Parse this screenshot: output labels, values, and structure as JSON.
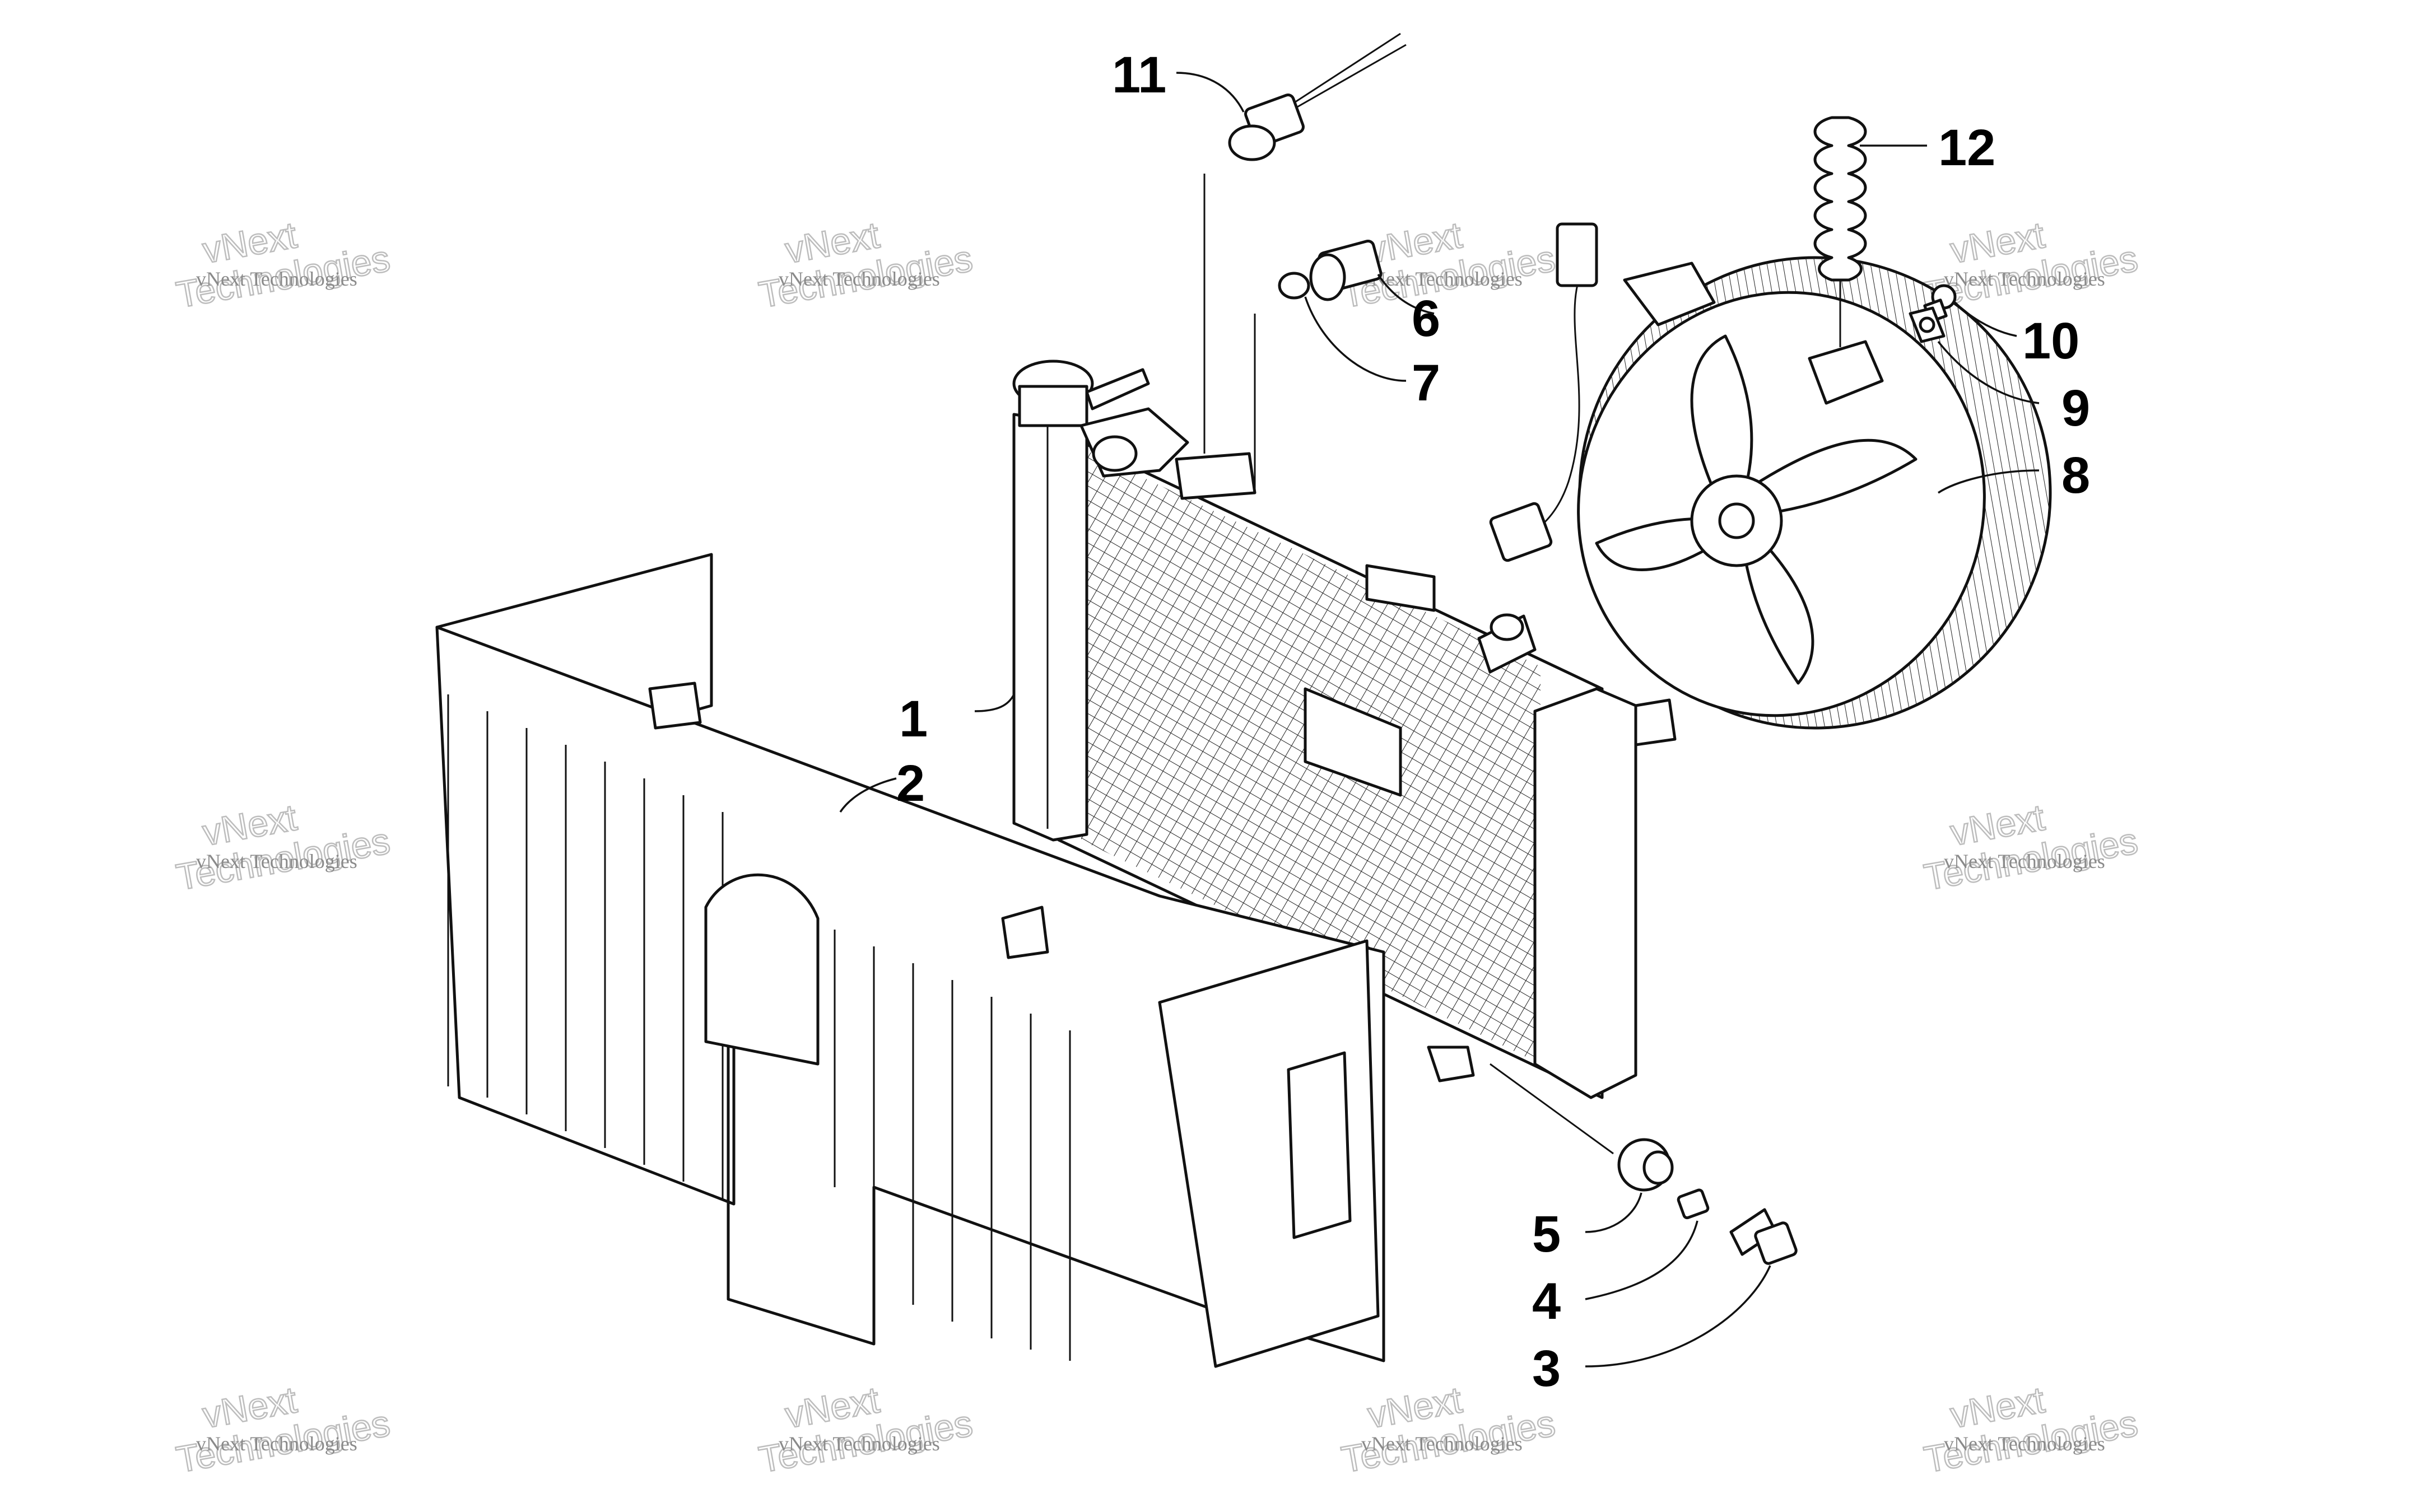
{
  "diagram": {
    "callouts": [
      {
        "id": "1",
        "label": "1"
      },
      {
        "id": "2",
        "label": "2"
      },
      {
        "id": "3",
        "label": "3"
      },
      {
        "id": "4",
        "label": "4"
      },
      {
        "id": "5",
        "label": "5"
      },
      {
        "id": "6",
        "label": "6"
      },
      {
        "id": "7",
        "label": "7"
      },
      {
        "id": "8",
        "label": "8"
      },
      {
        "id": "9",
        "label": "9"
      },
      {
        "id": "10",
        "label": "10"
      },
      {
        "id": "11",
        "label": "11"
      },
      {
        "id": "12",
        "label": "12"
      }
    ]
  },
  "watermark": {
    "line_small": "vNext Technologies",
    "line_big_1": "vNext",
    "line_big_2": "Technologies"
  }
}
